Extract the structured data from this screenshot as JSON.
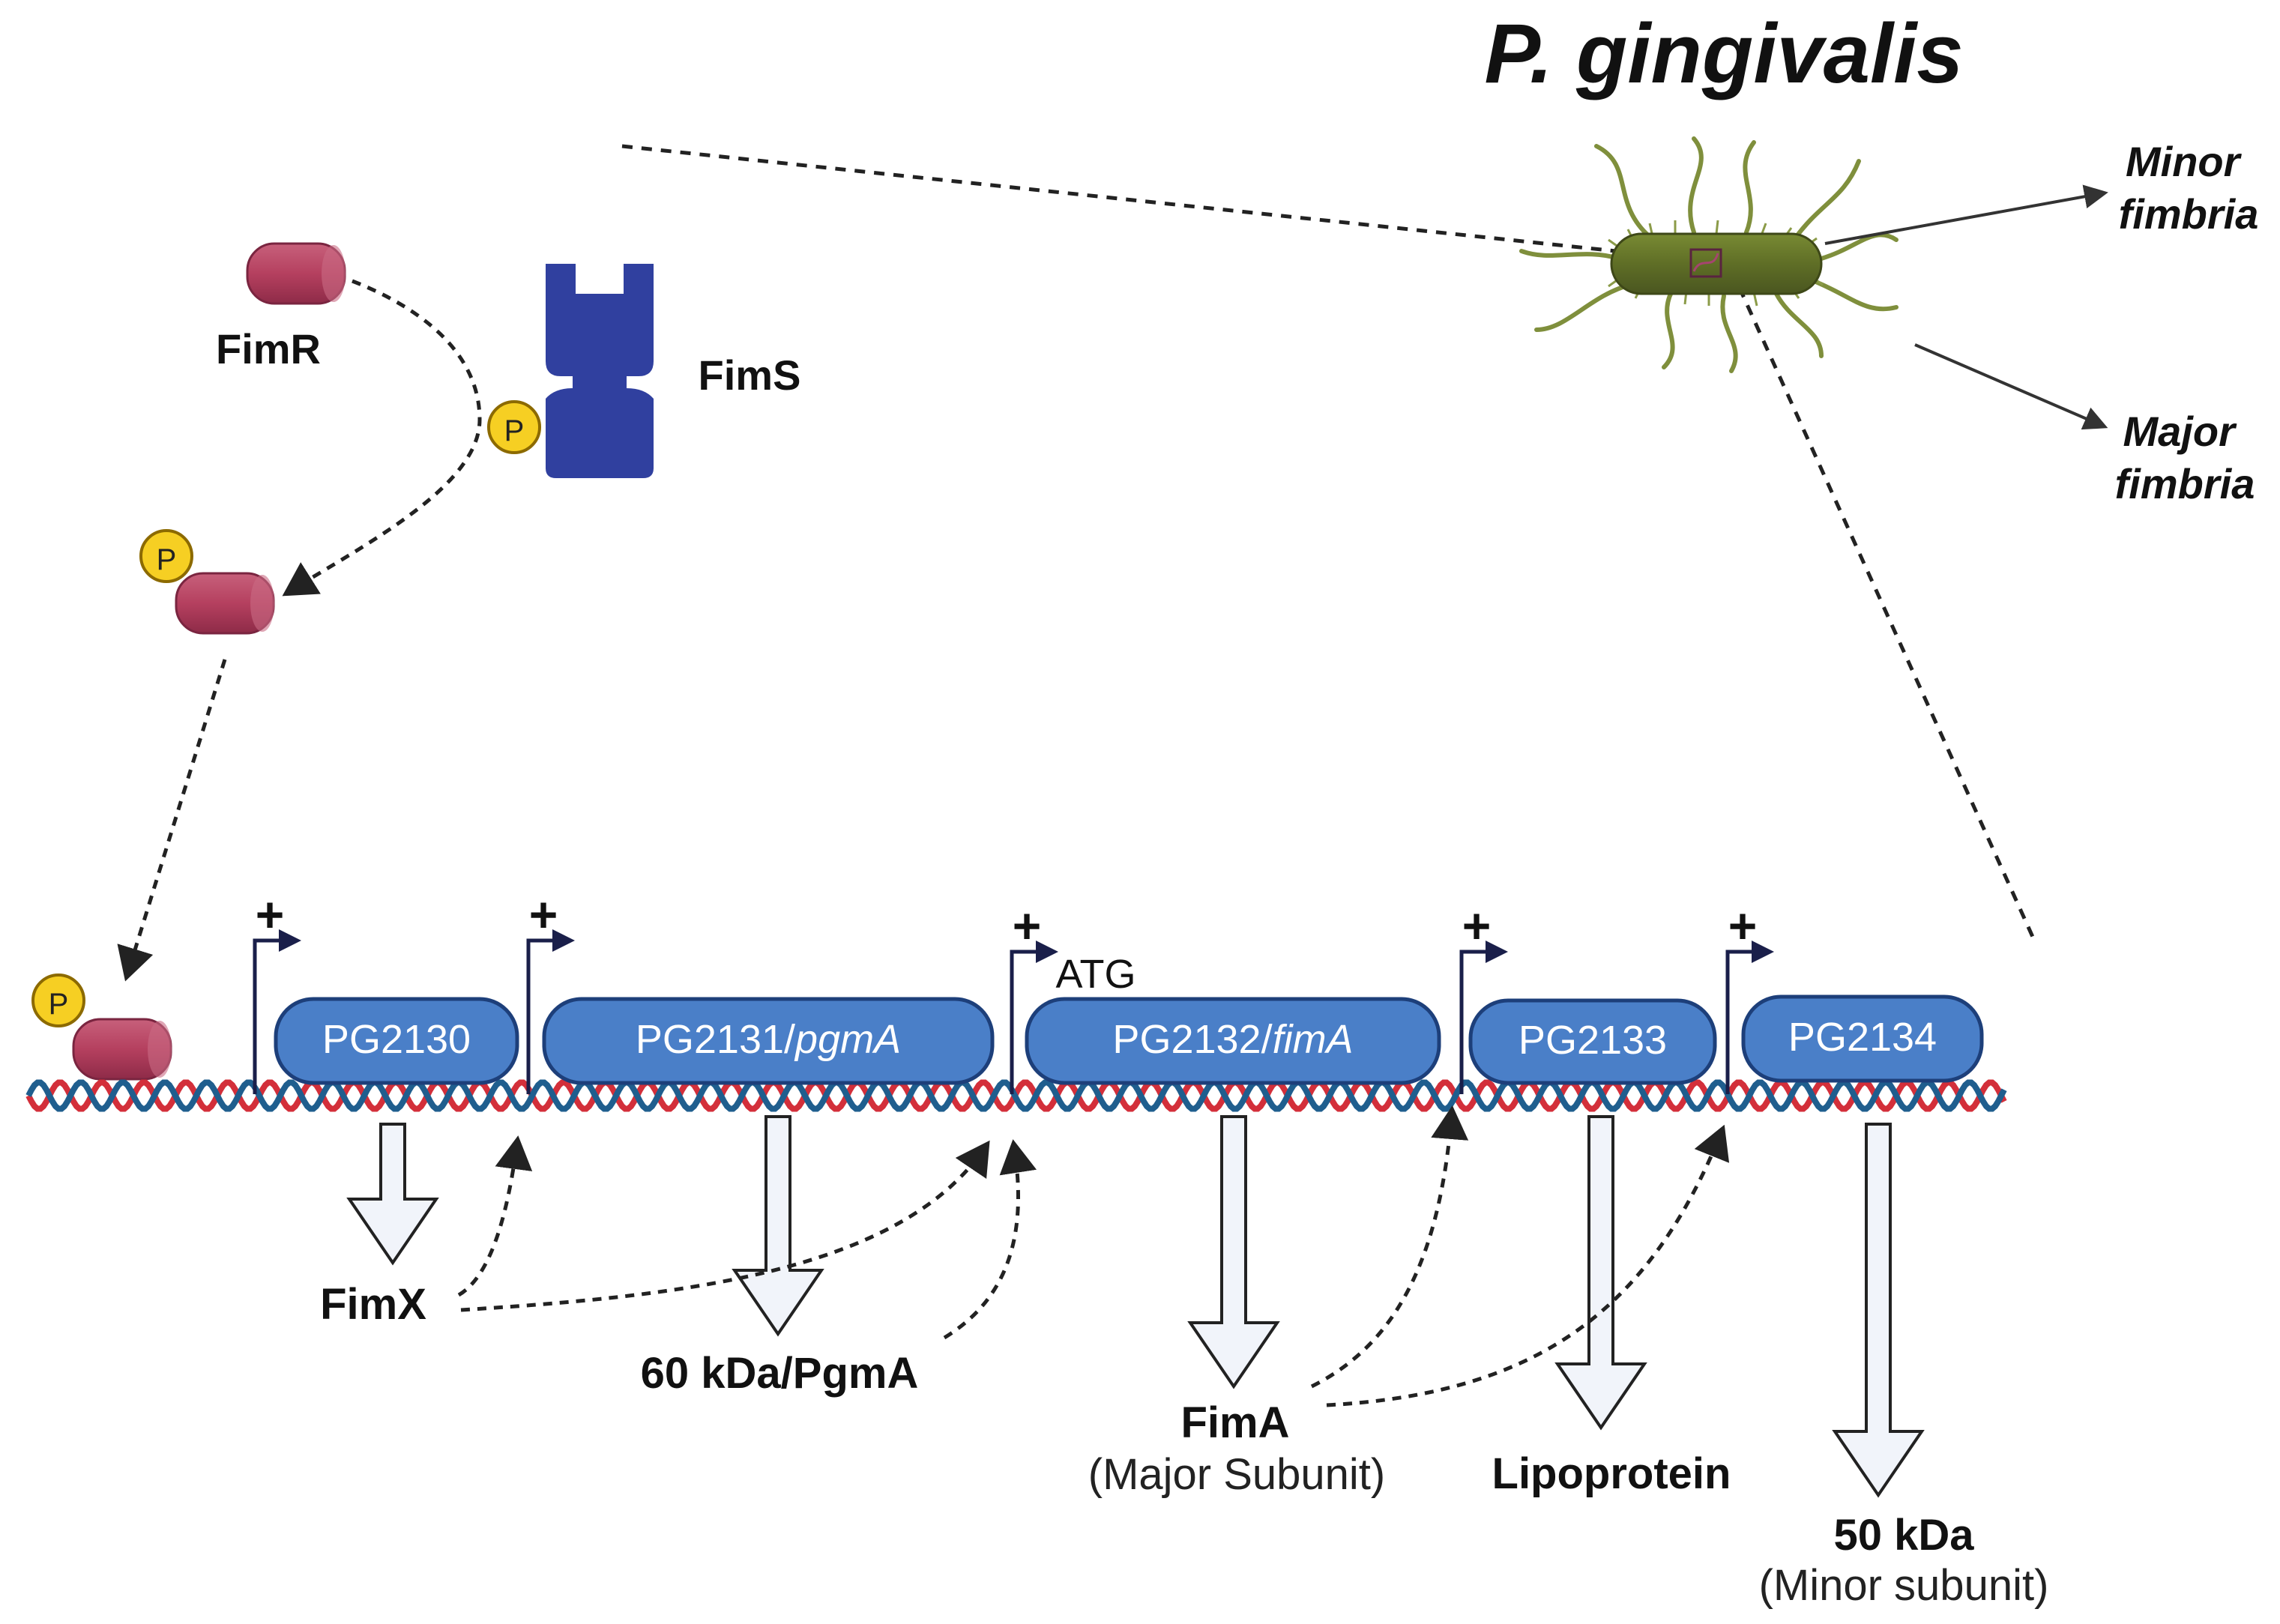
{
  "organism": "P. gingivalis",
  "fimbria_labels": {
    "minor": [
      "Minor",
      "fimbria"
    ],
    "major": [
      "Major",
      "fimbria"
    ]
  },
  "regulators": {
    "fimR": "FimR",
    "fimS": "FimS",
    "phospho": "P"
  },
  "promoter_sign": "+",
  "atg": "ATG",
  "genes": [
    {
      "id": "PG2130",
      "name": "PG2130",
      "suffix": ""
    },
    {
      "id": "PG2131",
      "name": "PG2131/",
      "suffix": "pgmA"
    },
    {
      "id": "PG2132",
      "name": "PG2132/",
      "suffix": "fimA"
    },
    {
      "id": "PG2133",
      "name": "PG2133",
      "suffix": ""
    },
    {
      "id": "PG2134",
      "name": "PG2134",
      "suffix": ""
    }
  ],
  "products": {
    "fimX": "FimX",
    "pgmA": "60 kDa/PgmA",
    "fimA": "FimA",
    "fimA_note": "(Major Subunit)",
    "lipoprotein": "Lipoprotein",
    "kda50": "50 kDa",
    "kda50_note": "(Minor subunit)"
  },
  "colors": {
    "gene_fill": "#4a7fc8",
    "gene_stroke": "#1d3f7a",
    "regulator": "#b5405f",
    "kinase": "#30409f",
    "phospho": "#f6cf23",
    "dna_red": "#d32f3a",
    "dna_blue": "#1f5e8e",
    "bacterium": "#5f6e26"
  }
}
